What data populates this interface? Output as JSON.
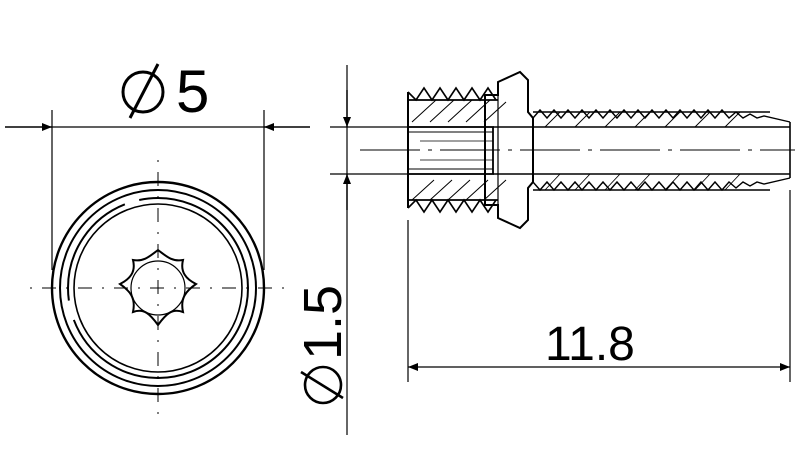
{
  "drawing": {
    "dimensions": {
      "outer_diameter_symbol": "⌀",
      "outer_diameter_value": "5",
      "bore_diameter_symbol": "⌀",
      "bore_diameter_value": "1.5",
      "overall_length_value": "11.8"
    },
    "colors": {
      "line": "#000000",
      "background": "#ffffff"
    }
  }
}
